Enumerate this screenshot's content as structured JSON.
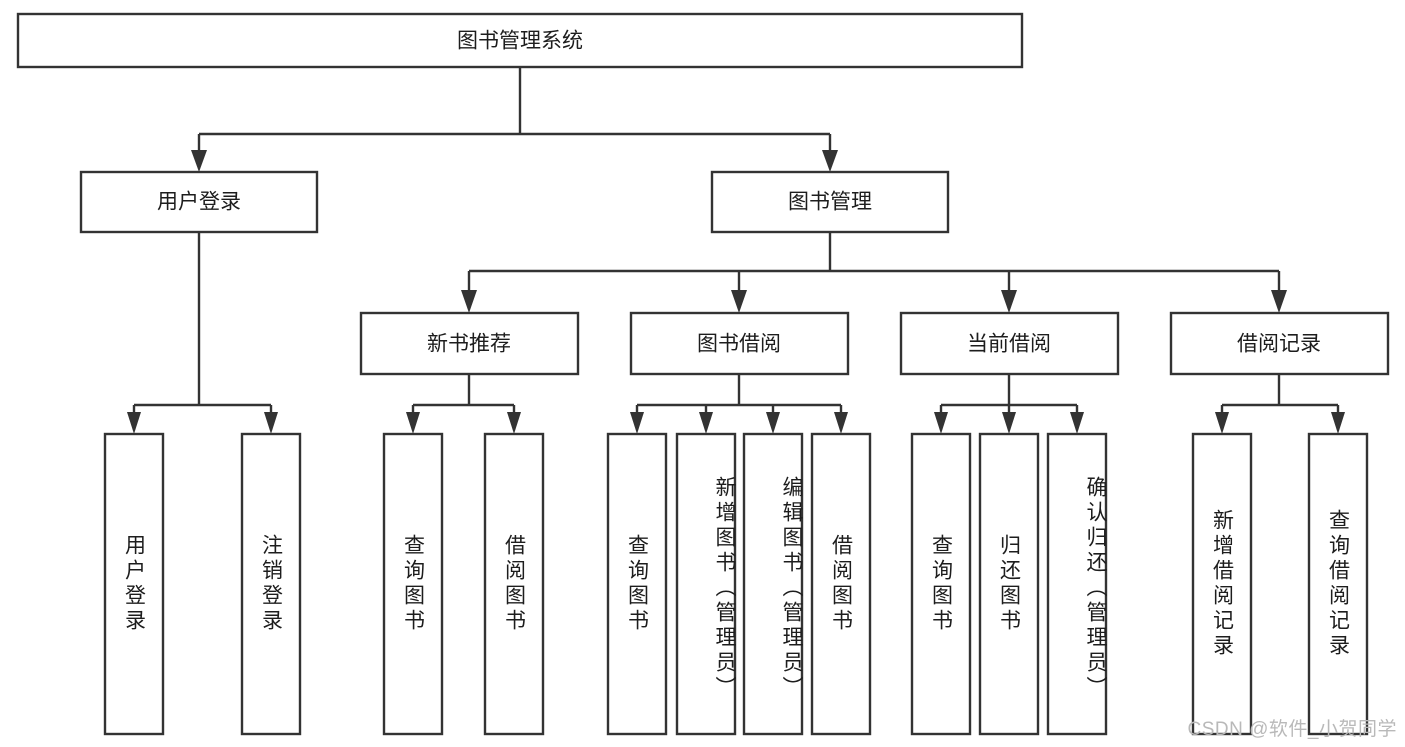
{
  "diagram": {
    "title": "图书管理系统",
    "type": "tree-hierarchy",
    "orientation": "top-down",
    "colors": {
      "stroke": "#333333",
      "fill": "#ffffff",
      "text": "#1d1d1d",
      "watermark": "#b9b9b9"
    },
    "root": {
      "label": "图书管理系统"
    },
    "level2": [
      {
        "label": "用户登录"
      },
      {
        "label": "图书管理"
      }
    ],
    "level3": [
      {
        "label": "新书推荐",
        "parent": "图书管理"
      },
      {
        "label": "图书借阅",
        "parent": "图书管理"
      },
      {
        "label": "当前借阅",
        "parent": "图书管理"
      },
      {
        "label": "借阅记录",
        "parent": "图书管理"
      }
    ],
    "leaves": {
      "用户登录": [
        {
          "label": "用户登录"
        },
        {
          "label": "注销登录"
        }
      ],
      "新书推荐": [
        {
          "label": "查询图书"
        },
        {
          "label": "借阅图书"
        }
      ],
      "图书借阅": [
        {
          "label": "查询图书"
        },
        {
          "label": "新增图书（管理员）"
        },
        {
          "label": "编辑图书（管理员）"
        },
        {
          "label": "借阅图书"
        }
      ],
      "当前借阅": [
        {
          "label": "查询图书"
        },
        {
          "label": "归还图书"
        },
        {
          "label": "确认归还（管理员）"
        }
      ],
      "借阅记录": [
        {
          "label": "新增借阅记录"
        },
        {
          "label": "查询借阅记录"
        }
      ]
    }
  },
  "watermark": {
    "text": "CSDN @软件_小贺同学"
  }
}
